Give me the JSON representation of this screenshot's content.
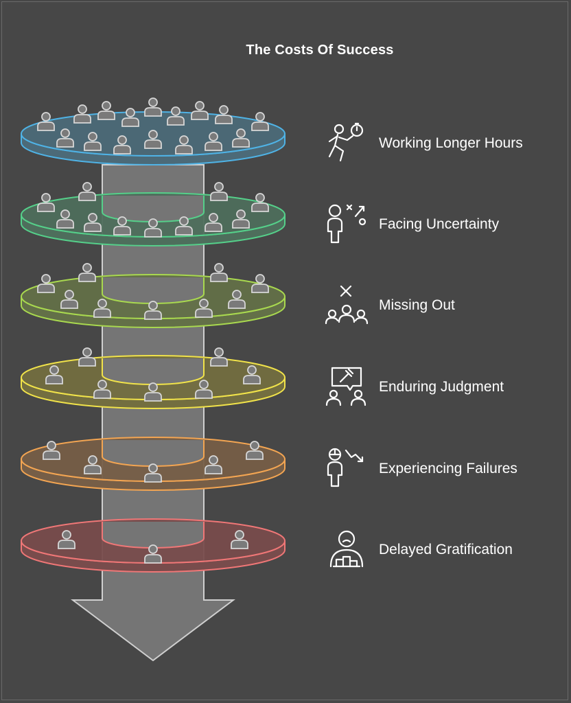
{
  "title": "The Costs Of Success",
  "levels": [
    {
      "label": "Working Longer Hours",
      "icon": "runner-with-stopwatch-icon",
      "color": "#4fb3e6",
      "fill": "#4c6a78"
    },
    {
      "label": "Facing Uncertainty",
      "icon": "person-with-strategy-icon",
      "color": "#55d08a",
      "fill": "#4e6e5c"
    },
    {
      "label": "Missing Out",
      "icon": "excluded-group-icon",
      "color": "#a9d94f",
      "fill": "#637048"
    },
    {
      "label": "Enduring Judgment",
      "icon": "judgment-gavel-icon",
      "color": "#f1e34a",
      "fill": "#736e40"
    },
    {
      "label": "Experiencing Failures",
      "icon": "failure-downtrend-icon",
      "color": "#f3a552",
      "fill": "#765e47"
    },
    {
      "label": "Delayed Gratification",
      "icon": "sad-person-icon",
      "color": "#f07777",
      "fill": "#784c4c"
    }
  ]
}
